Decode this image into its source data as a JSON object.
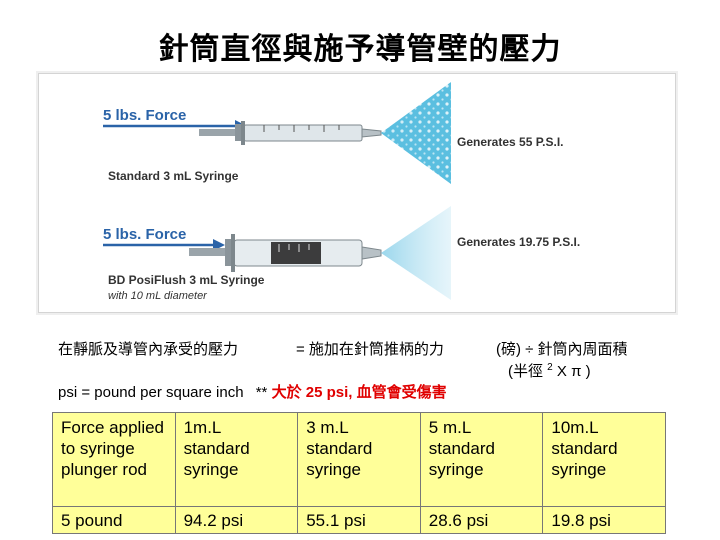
{
  "title": "針筒直徑與施予導管壁的壓力",
  "figure": {
    "syringe1": {
      "force_label": "5 lbs. Force",
      "name": "Standard 3 mL Syringe",
      "result": "Generates 55 P.S.I."
    },
    "syringe2": {
      "force_label": "5 lbs. Force",
      "name": "BD PosiFlush 3 mL Syringe",
      "subname": "with 10 mL diameter",
      "result": "Generates 19.75 P.S.I."
    },
    "colors": {
      "arrow": "#2a63a8",
      "spray": "#5bbfe0",
      "syringe_body": "#dfe6ea"
    }
  },
  "formula": {
    "lhs": "在靜脈及導管內承受的壓力",
    "eq": "= 施加在針筒推柄的力",
    "rhs1": "(磅) ÷ 針筒內周面積",
    "rhs2_pre": "(半徑",
    "rhs2_sup": "2",
    "rhs2_post": "X π )"
  },
  "psi_note": {
    "text": "psi = pound per square inch",
    "stars": "**",
    "warning": "大於 25 psi, 血管會受傷害"
  },
  "table": {
    "headers": [
      "Force applied to syringe plunger rod",
      "1m.L standard syringe",
      "3 m.L standard syringe",
      "5 m.L standard syringe",
      "10m.L standard syringe"
    ],
    "row": [
      "5 pound",
      "94.2 psi",
      "55.1 psi",
      "28.6 psi",
      "19.8 psi"
    ]
  }
}
